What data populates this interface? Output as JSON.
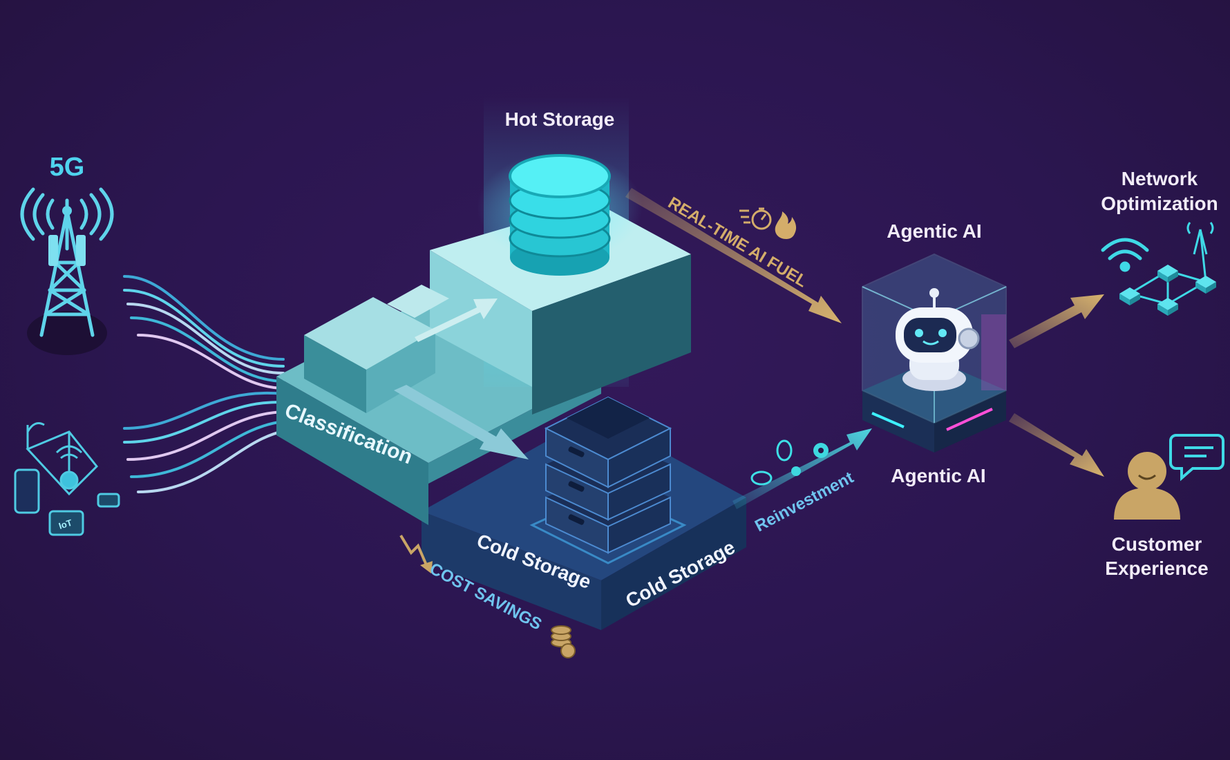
{
  "labels": {
    "five_g": "5G",
    "hot_storage": "Hot Storage",
    "real_time": "REAL-TIME AI FUEL",
    "agentic_top": "Agentic AI",
    "agentic_bottom": "Agentic AI",
    "network_line1": "Network",
    "network_line2": "Optimization",
    "classification": "Classification",
    "cold_storage_1": "Cold Storage",
    "cold_storage_2": "Cold Storage",
    "reinvestment": "Reinvestment",
    "cost_savings": "COST SAVINGS",
    "customer_line1": "Customer",
    "customer_line2": "Experience",
    "iot_chip": "IoT"
  },
  "colors": {
    "background": "#2a1548",
    "cyan": "#3fd9e6",
    "teal_light": "#a9e6ea",
    "gold": "#c9a566",
    "navy": "#1e3a6e",
    "magenta": "#e04fd0",
    "label_white": "#f2ecf8",
    "label_cyan": "#6fc4ee"
  },
  "icons": [
    "cell-tower-icon",
    "iot-network-icon",
    "database-icon",
    "server-drawers-icon",
    "robot-icon",
    "stopwatch-icon",
    "flame-icon",
    "coins-icon",
    "gear-icon",
    "wifi-icon",
    "chat-bubble-icon",
    "person-icon"
  ]
}
